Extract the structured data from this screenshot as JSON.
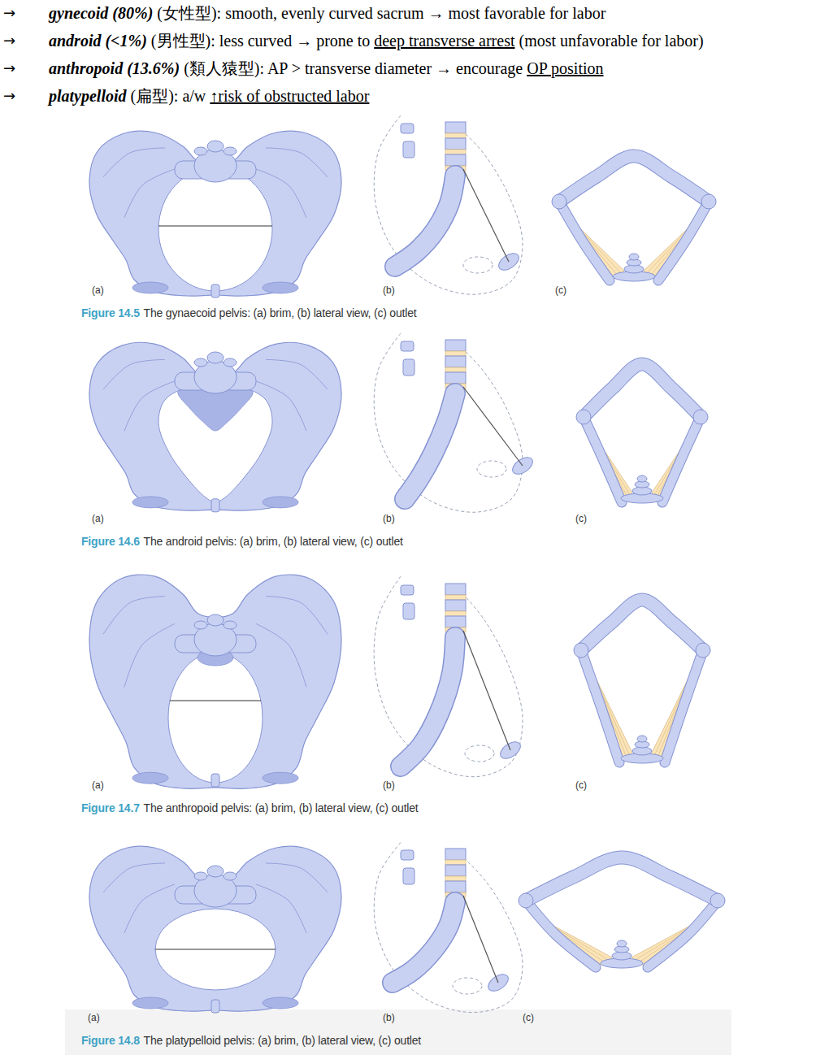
{
  "diagram": {
    "labels": [
      "→",
      "gynecoid (80%)",
      "(女性型): smooth, evenly curved sacrum → most favorable for labor",
      "→",
      "android (<1%)",
      "(男性型): less curved → prone to",
      "deep transverse arrest",
      "(most unfavorable for labor)",
      "→",
      "anthropoid (13.6%)",
      "(類人猿型): AP > transverse diameter → encourage",
      "OP position",
      "→",
      "platypelloid",
      "(扁型): a/w",
      "↑risk of obstructed labor",
      "(a)",
      "(b)",
      "(c)",
      "Figure 14.5",
      "The gynaecoid pelvis: (a) brim, (b) lateral view, (c) outlet",
      "(a)",
      "(b)",
      "(c)",
      "Figure 14.6",
      "The android pelvis: (a) brim, (b) lateral view, (c) outlet",
      "(a)",
      "(b)",
      "(c)",
      "Figure 14.7",
      "The anthropoid pelvis: (a) brim, (b) lateral view, (c) outlet",
      "(a)",
      "(b)",
      "(c)",
      "Figure 14.8",
      "The platypelloid pelvis: (a) brim, (b) lateral view, (c) outlet"
    ]
  }
}
